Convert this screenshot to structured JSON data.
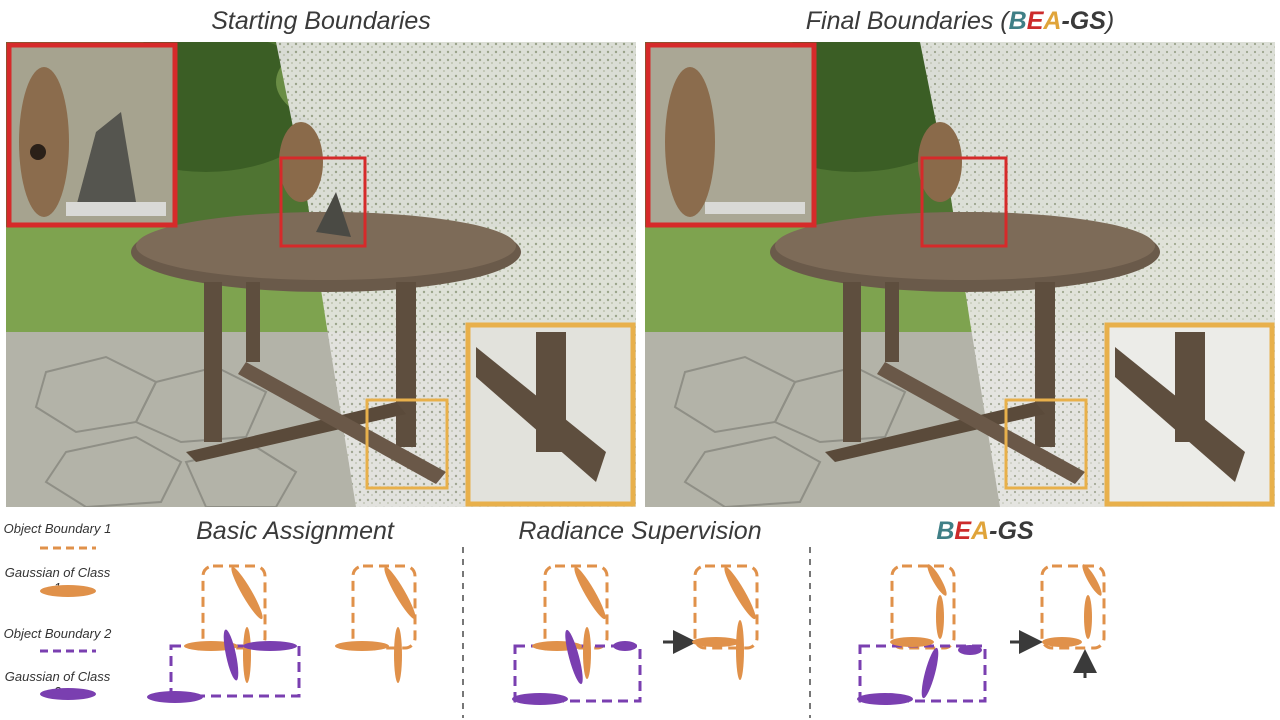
{
  "titles": {
    "starting": "Starting Boundaries",
    "final_prefix": "Final Boundaries (",
    "final_suffix": ")"
  },
  "brand": {
    "b": "B",
    "e": "E",
    "a": "A",
    "rest": "-GS"
  },
  "legend": {
    "boundary1": "Object Boundary 1",
    "gaussian1": "Gaussian of Class 1",
    "boundary2": "Object Boundary 2",
    "gaussian2": "Gaussian of Class 2"
  },
  "sections": {
    "basic": "Basic Assignment",
    "radiance": "Radiance Supervision"
  },
  "colors": {
    "class1": "#e0914a",
    "class2": "#7a3fb0",
    "highlight_red": "#d62a2a",
    "highlight_orange": "#e8b04b",
    "divider": "#777777",
    "arrow": "#3a3a3a"
  }
}
